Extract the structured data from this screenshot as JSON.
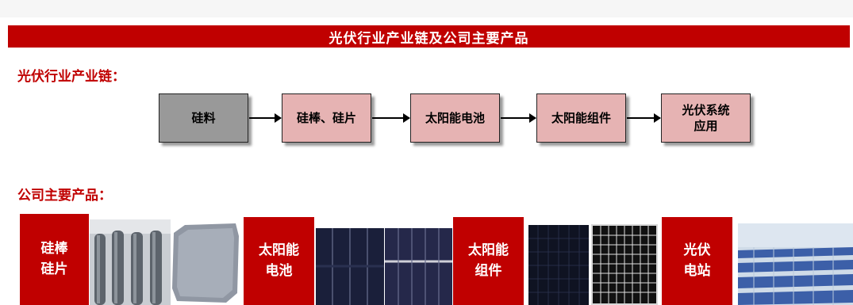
{
  "banner_title": "光伏行业产业链及公司主要产品",
  "chain_heading": "光伏行业产业链：",
  "products_heading": "公司主要产品：",
  "chain": [
    {
      "label": "硅料",
      "color": "#999999"
    },
    {
      "label": "硅棒、硅片",
      "color": "#e6b3b3"
    },
    {
      "label": "太阳能电池",
      "color": "#e6b3b3"
    },
    {
      "label": "太阳能组件",
      "color": "#e6b3b3"
    },
    {
      "label": "光伏系统\n应用",
      "color": "#e6b3b3"
    }
  ],
  "products": [
    {
      "label": "硅棒\n硅片"
    },
    {
      "label": "太阳能\n电池"
    },
    {
      "label": "太阳能\n组件"
    },
    {
      "label": "光伏\n电站"
    }
  ],
  "accent_color": "#c00000"
}
